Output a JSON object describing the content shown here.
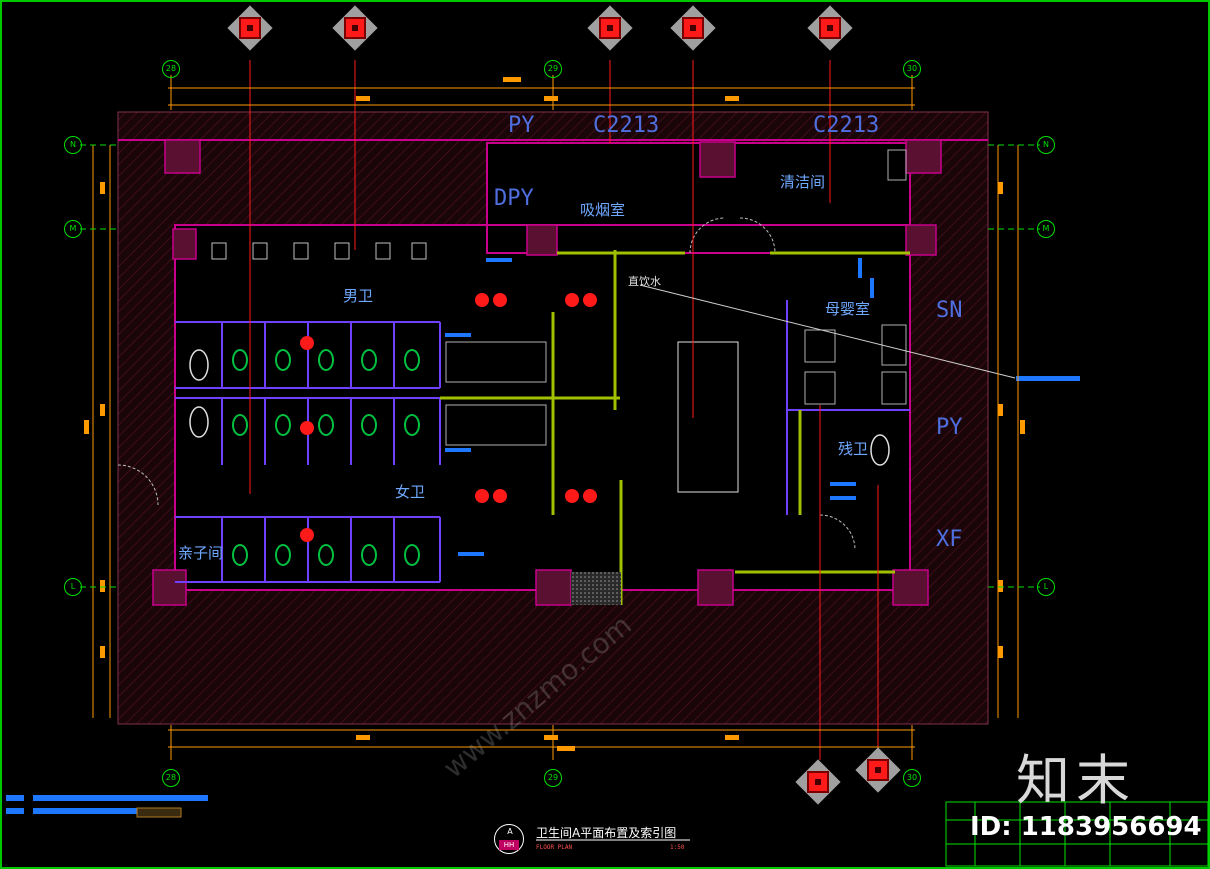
{
  "drawing": {
    "title_cn": "卫生间A平面布置及索引图",
    "title_en": "FLOOR PLAN",
    "scale": "1:50",
    "index_letter": "A",
    "index_code": "HH"
  },
  "grid_axes": {
    "top": [
      "28",
      "29",
      "30"
    ],
    "bottom": [
      "28",
      "29",
      "30"
    ],
    "left": [
      "N",
      "M",
      "L"
    ],
    "right": [
      "N",
      "M",
      "L"
    ]
  },
  "rooms": {
    "male": "男卫",
    "female": "女卫",
    "family": "亲子间",
    "smoking": "吸烟室",
    "cleaning": "清洁间",
    "mother_baby": "母婴室",
    "accessible": "残卫",
    "drinking_water": "直饮水"
  },
  "shaft_labels": {
    "py_top": "PY",
    "dpy": "DPY",
    "c2213_a": "C2213",
    "c2213_b": "C2213",
    "sn": "SN",
    "py_right": "PY",
    "xf": "XF"
  },
  "watermark": {
    "brand": "知末",
    "id": "ID: 1183956694",
    "site": "www.znzmo.com"
  },
  "colors": {
    "frame": "#00c800",
    "wall_outline": "#c8008c",
    "partition": "#7040ff",
    "dimension": "#ff9900",
    "room_text": "#6fa8ff",
    "index_tag": "#ff1a1a",
    "fixture": "#00c040",
    "blue_mark": "#1e78ff"
  },
  "icons": {
    "index_tag": "diamond-index-icon",
    "light_marker": "twin-marker-icon",
    "grid_bubble": "grid-bubble-icon"
  }
}
